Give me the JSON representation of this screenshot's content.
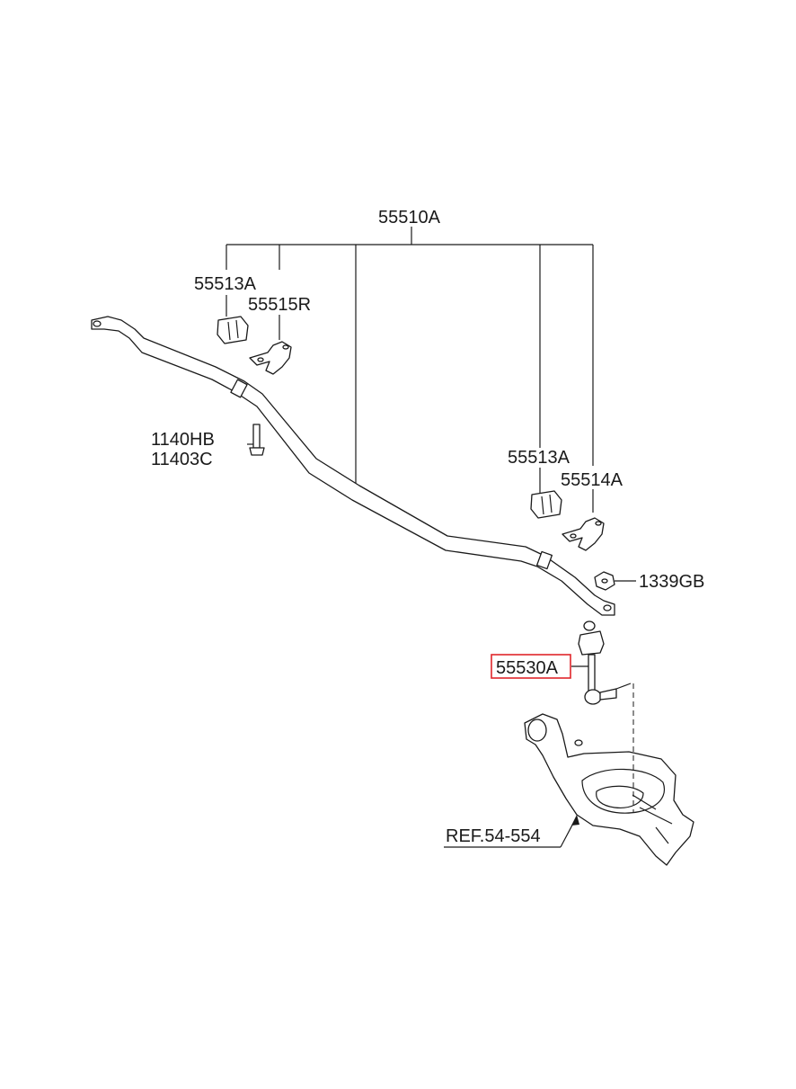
{
  "labels": {
    "stabilizer_bar": "55510A",
    "bushing_left": "55513A",
    "bracket_left": "55515R",
    "bolt_a": "1140HB",
    "bolt_b": "11403C",
    "bushing_right": "55513A",
    "bracket_right": "55514A",
    "nut": "1339GB",
    "link": "55530A",
    "reference": "REF.54-554"
  },
  "colors": {
    "line": "#1a1a1a",
    "highlight": "#e0262b"
  }
}
